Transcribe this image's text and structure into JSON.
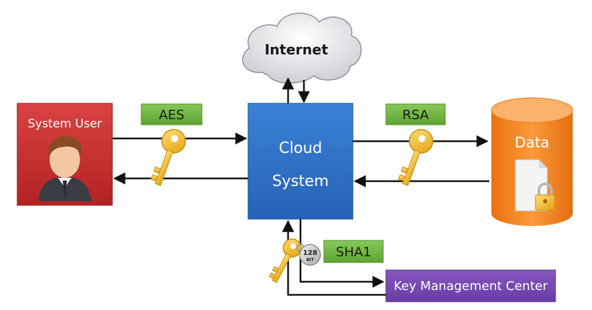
{
  "nodes": {
    "internet": "Internet",
    "system_user": "System User",
    "cloud_line1": "Cloud",
    "cloud_line2": "System",
    "data": "Data",
    "key_center": "Key Management Center"
  },
  "algorithms": {
    "aes": "AES",
    "rsa": "RSA",
    "sha1": "SHA1"
  },
  "key_tag": {
    "line1": "128",
    "line2": "BIT"
  },
  "colors": {
    "system_user_box": "#cc2b2b",
    "cloud_box": "#2e6fc4",
    "data_cylinder": "#f0801a",
    "key_center_box": "#7646b0",
    "algorithm_tag": "#6cb33e",
    "key_gold": "#f2b81f",
    "arrow": "#111111"
  },
  "icons": {
    "user": "user-avatar-icon",
    "document_lock": "locked-document-icon",
    "key": "key-icon"
  }
}
